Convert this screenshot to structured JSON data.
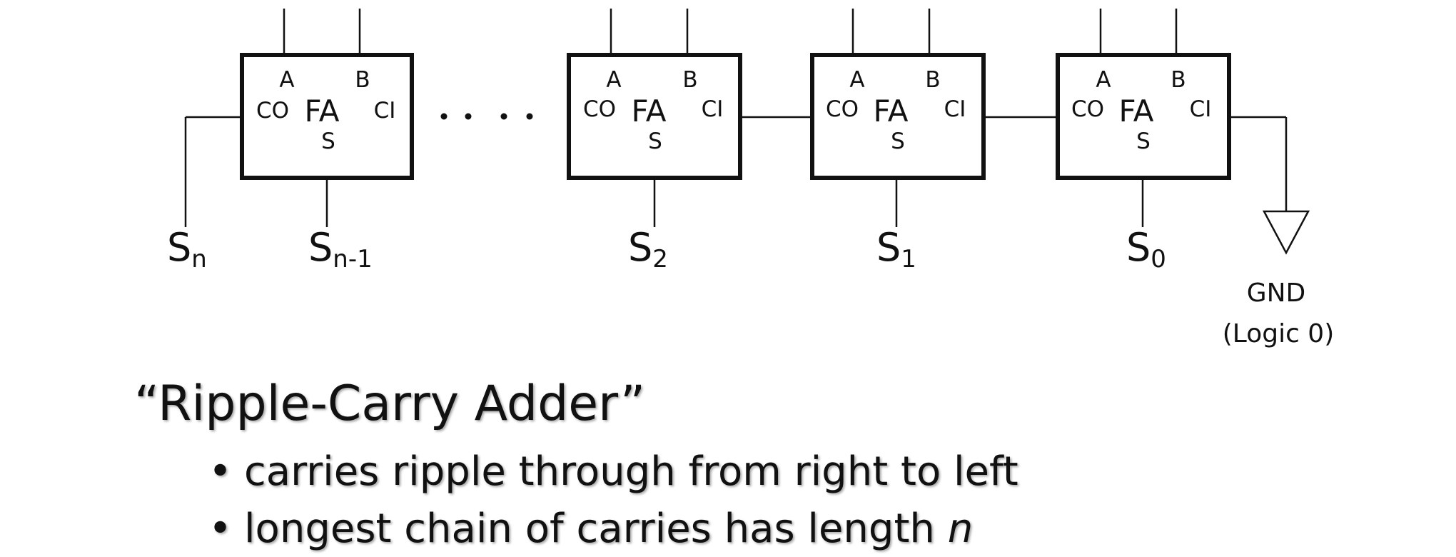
{
  "diagram": {
    "adders": [
      {
        "pin_a": "A",
        "pin_b": "B",
        "pin_co": "CO",
        "pin_ci": "CI",
        "name": "FA",
        "pin_s": "S",
        "sum_base": "S",
        "sum_sub": "n-1"
      },
      {
        "pin_a": "A",
        "pin_b": "B",
        "pin_co": "CO",
        "pin_ci": "CI",
        "name": "FA",
        "pin_s": "S",
        "sum_base": "S",
        "sum_sub": "2"
      },
      {
        "pin_a": "A",
        "pin_b": "B",
        "pin_co": "CO",
        "pin_ci": "CI",
        "name": "FA",
        "pin_s": "S",
        "sum_base": "S",
        "sum_sub": "1"
      },
      {
        "pin_a": "A",
        "pin_b": "B",
        "pin_co": "CO",
        "pin_ci": "CI",
        "name": "FA",
        "pin_s": "S",
        "sum_base": "S",
        "sum_sub": "0"
      }
    ],
    "carry_out": {
      "base": "S",
      "sub": "n"
    },
    "ground": {
      "line1": "GND",
      "line2": "(Logic 0)"
    }
  },
  "caption": {
    "title": "“Ripple-Carry Adder”",
    "bullets": [
      {
        "text": "carries ripple through from right to left",
        "emphasis": ""
      },
      {
        "text": "longest chain of carries has length ",
        "emphasis": "n"
      }
    ]
  }
}
